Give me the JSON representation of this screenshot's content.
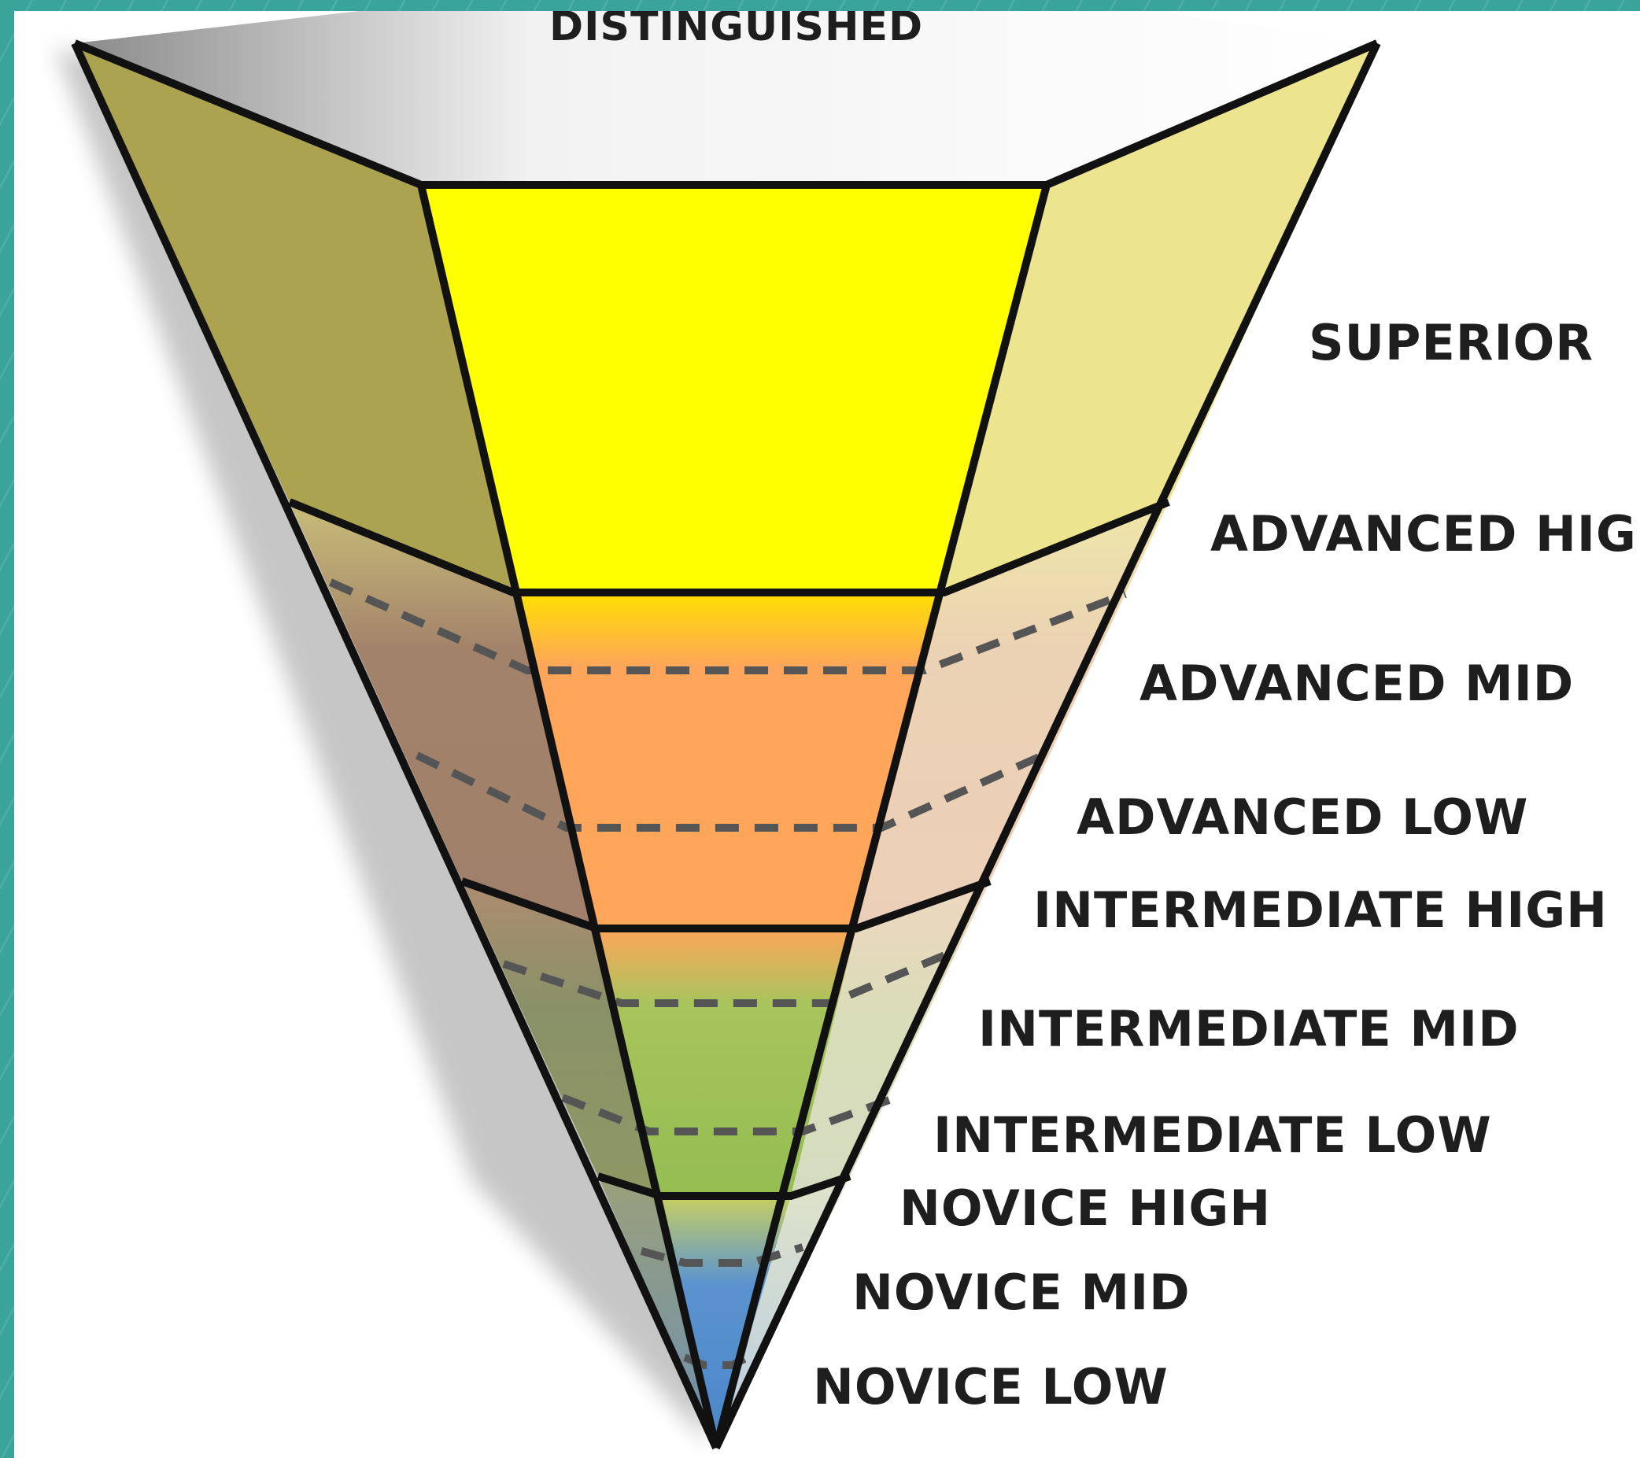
{
  "diagram": {
    "top_label": "DISTINGUISHED",
    "levels": [
      {
        "label": "SUPERIOR"
      },
      {
        "label": "ADVANCED HIGH"
      },
      {
        "label": "ADVANCED MID"
      },
      {
        "label": "ADVANCED LOW"
      },
      {
        "label": "INTERMEDIATE HIGH"
      },
      {
        "label": "INTERMEDIATE MID"
      },
      {
        "label": "INTERMEDIATE LOW"
      },
      {
        "label": "NOVICE HIGH"
      },
      {
        "label": "NOVICE MID"
      },
      {
        "label": "NOVICE LOW"
      }
    ]
  },
  "colors": {
    "frame": "#3aa39a",
    "superior_front": "#ffff00",
    "advanced_front": "#ffa65a",
    "intermediate_front": "#9fc05a",
    "novice_front": "#5b93d0",
    "outline": "#111111",
    "dash": "#555555"
  }
}
